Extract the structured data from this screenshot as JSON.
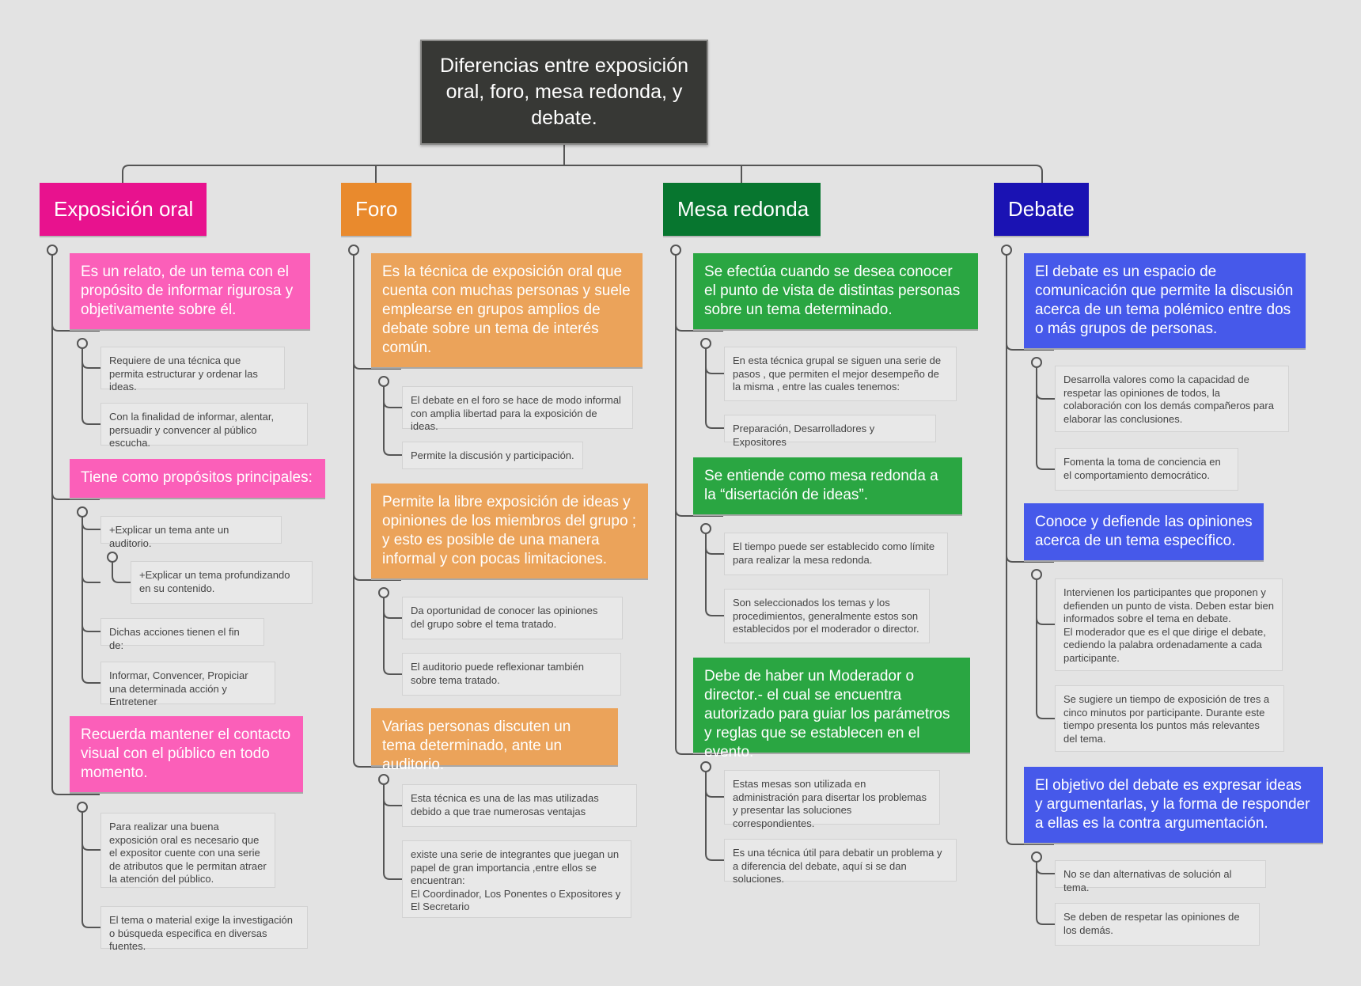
{
  "root": {
    "title": "Diferencias entre exposición oral, foro, mesa redonda, y debate."
  },
  "colors": {
    "exposicion": "#e8128e",
    "exposicion_topic": "#fb5fb9",
    "foro": "#e98a2d",
    "foro_topic": "#eba35a",
    "mesa": "#07762f",
    "mesa_topic": "#2aa642",
    "debate": "#1a12b3",
    "debate_topic": "#4659ea"
  },
  "branches": [
    {
      "id": "exposicion",
      "title": "Exposición oral",
      "topics": [
        {
          "text": "Es un relato, de un tema con el propósito de informar rigurosa y objetivamente sobre él.",
          "leaves": [
            "Requiere de una técnica que permita estructurar y ordenar las ideas.",
            "Con la finalidad de informar, alentar, persuadir y convencer al público escucha."
          ]
        },
        {
          "text": "Tiene como propósitos principales:",
          "leaves": [
            "+Explicar un tema ante un auditorio.",
            "+Explicar un tema profundizando en su contenido.",
            "Dichas acciones tienen el fin de:",
            "Informar, Convencer, Propiciar una determinada acción y Entretener"
          ]
        },
        {
          "text": "Recuerda mantener el contacto visual con el público en todo momento.",
          "leaves": [
            "Para realizar una buena exposición oral es necesario que el expositor cuente con una serie\nde atributos que le permitan atraer la atención del público.",
            "El tema o material exige la investigación o búsqueda especifica en diversas fuentes."
          ]
        }
      ]
    },
    {
      "id": "foro",
      "title": "Foro",
      "topics": [
        {
          "text": "Es la técnica de exposición oral que cuenta  con muchas personas y suele emplearse en grupos amplios de debate sobre un tema de interés común.",
          "leaves": [
            "El debate en el foro se hace de modo informal con amplia libertad para la exposición de ideas.",
            "Permite la discusión y participación."
          ]
        },
        {
          "text": "Permite la libre exposición de ideas y opiniones de los miembros del grupo ; y esto es posible de una manera informal y con pocas limitaciones.",
          "leaves": [
            "Da oportunidad de conocer las opiniones del grupo sobre el tema tratado.",
            "El auditorio puede reflexionar también sobre tema tratado."
          ]
        },
        {
          "text": "Varias personas discuten un tema determinado, ante un auditorio.",
          "leaves": [
            "Esta técnica es una de las mas utilizadas debido a que trae numerosas ventajas",
            "existe una serie de integrantes que juegan un papel de gran importancia ,entre ellos se encuentran:\nEl Coordinador, Los Ponentes o Expositores  y El Secretario"
          ]
        }
      ]
    },
    {
      "id": "mesa",
      "title": "Mesa redonda",
      "topics": [
        {
          "text": "Se efectúa cuando se desea conocer el punto de vista de distintas personas sobre un tema determinado.",
          "leaves": [
            "En esta técnica grupal se siguen una serie de pasos , que permiten el mejor desempeño de la misma , entre las cuales tenemos:",
            "Preparación, Desarrolladores y Expositores"
          ]
        },
        {
          "text": "Se entiende como mesa redonda a la “disertación de ideas”.",
          "leaves": [
            "El tiempo puede ser establecido  como límite para realizar la mesa redonda.",
            "Son seleccionados los temas y los procedimientos, generalmente estos son establecidos por el moderador o director."
          ]
        },
        {
          "text": "Debe de haber un Moderador o director.- el cual se encuentra autorizado para guiar los parámetros y reglas que se establecen en el evento.",
          "leaves": [
            "Estas mesas son utilizada en administración para disertar los problemas y presentar las soluciones correspondientes.",
            "Es una técnica útil para debatir un problema y a diferencia del debate, aquí si se dan soluciones."
          ]
        }
      ]
    },
    {
      "id": "debate",
      "title": "Debate",
      "topics": [
        {
          "text": "El debate es un espacio de comunicación que permite la discusión acerca de un tema polémico entre dos o más grupos de personas.",
          "leaves": [
            "Desarrolla valores como la capacidad de respetar las opiniones de todos, la colaboración con los demás compañeros para elaborar las conclusiones.",
            "Fomenta la toma de conciencia en el comportamiento democrático."
          ]
        },
        {
          "text": "Conoce y defiende las opiniones acerca de un tema específico.",
          "leaves": [
            "Intervienen los participantes que proponen y defienden un punto de vista. Deben estar bien informados sobre el tema en debate.\nEl moderador que es el que dirige el debate, cediendo la palabra ordenadamente a cada participante.",
            "Se sugiere un tiempo de exposición de tres a cinco minutos por participante. Durante este tiempo presenta los puntos más relevantes del tema."
          ]
        },
        {
          "text": "El objetivo del debate es expresar ideas y argumentarlas, y la forma de responder a ellas es la contra argumentación.",
          "leaves": [
            "No se dan alternativas de solución al tema.",
            "Se deben de respetar las opiniones de los demás."
          ]
        }
      ]
    }
  ]
}
